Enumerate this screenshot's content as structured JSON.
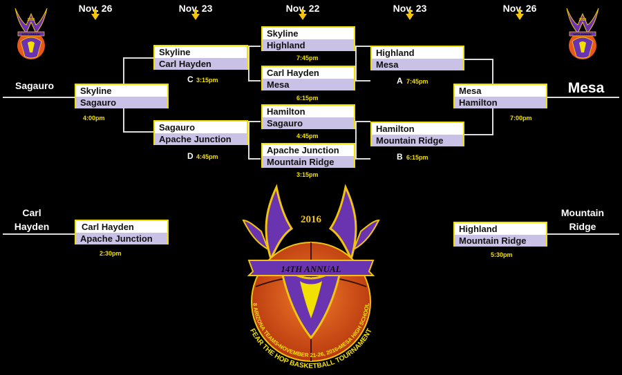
{
  "dates": [
    "Nov. 26",
    "Nov. 23",
    "Nov. 22",
    "Nov. 23",
    "Nov. 26"
  ],
  "logo": {
    "year": "2016",
    "annual": "14TH ANNUAL",
    "title": "FEAR THE HOP BASKETBALL TOURNAMENT",
    "subtitle": "8 ARIZONA TEAMS•NOVEMBER 21-26, 2016•MESA HIGH SCHOOL"
  },
  "games": {
    "q1": {
      "team1": "Skyline",
      "team2": "Highland",
      "time": "7:45pm"
    },
    "q2": {
      "team1": "Carl Hayden",
      "team2": "Mesa",
      "time": "6:15pm"
    },
    "q3": {
      "team1": "Hamilton",
      "team2": "Sagauro",
      "time": "4:45pm"
    },
    "q4": {
      "team1": "Apache Junction",
      "team2": "Mountain Ridge",
      "time": "3:15pm"
    },
    "c": {
      "team1": "Skyline",
      "team2": "Carl Hayden",
      "time": "3:15pm",
      "letter": "C"
    },
    "d": {
      "team1": "Sagauro",
      "team2": "Apache Junction",
      "time": "4:45pm",
      "letter": "D"
    },
    "a": {
      "team1": "Highland",
      "team2": "Mesa",
      "time": "7:45pm",
      "letter": "A"
    },
    "b": {
      "team1": "Hamilton",
      "team2": "Mountain Ridge",
      "time": "6:15pm",
      "letter": "B"
    },
    "left_final": {
      "team1": "Skyline",
      "team2": "Sagauro",
      "time": "4:00pm"
    },
    "right_final": {
      "team1": "Mesa",
      "team2": " Hamilton",
      "time": "7:00pm"
    },
    "left_cons": {
      "team1": "Carl Hayden",
      "team2": "Apache Junction",
      "time": "2:30pm"
    },
    "right_cons": {
      "team1": "Highland",
      "team2": "Mountain Ridge",
      "time": "5:30pm"
    }
  },
  "winners": {
    "left_final": "Sagauro",
    "right_final": "Mesa",
    "left_cons_line1": "Carl",
    "left_cons_line2": "Hayden",
    "right_cons_line1": "Mountain",
    "right_cons_line2": "Ridge"
  },
  "colors": {
    "accent": "#f2e000",
    "box_bottom": "#c9c2e6",
    "logo_purple": "#5b2a9e",
    "logo_orange": "#e8581c"
  }
}
